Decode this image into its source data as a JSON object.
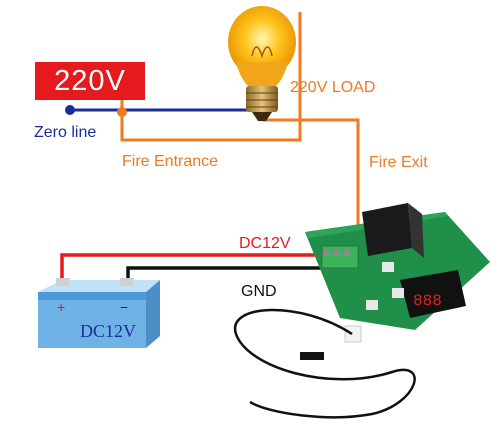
{
  "labels": {
    "voltage": "220V",
    "zero_line": "Zero line",
    "fire_entrance": "Fire Entrance",
    "fire_exit": "Fire Exit",
    "load": "220V LOAD",
    "dc_wire": "DC12V",
    "gnd_wire": "GND",
    "battery": "DC12V"
  },
  "battery_terminals": {
    "positive": "+",
    "negative": "−"
  },
  "colors": {
    "voltage_box": "#e51a1f",
    "zero_line": "#1a2e9a",
    "fire_wire": "#ee7a22",
    "dc_wire": "#e01c1c",
    "gnd_wire": "#111111",
    "pcb": "#1f8f4a",
    "battery_body": "#6fb2e6"
  },
  "icons": [
    "light-bulb-icon",
    "battery-icon",
    "relay-icon",
    "temperature-probe-icon"
  ]
}
